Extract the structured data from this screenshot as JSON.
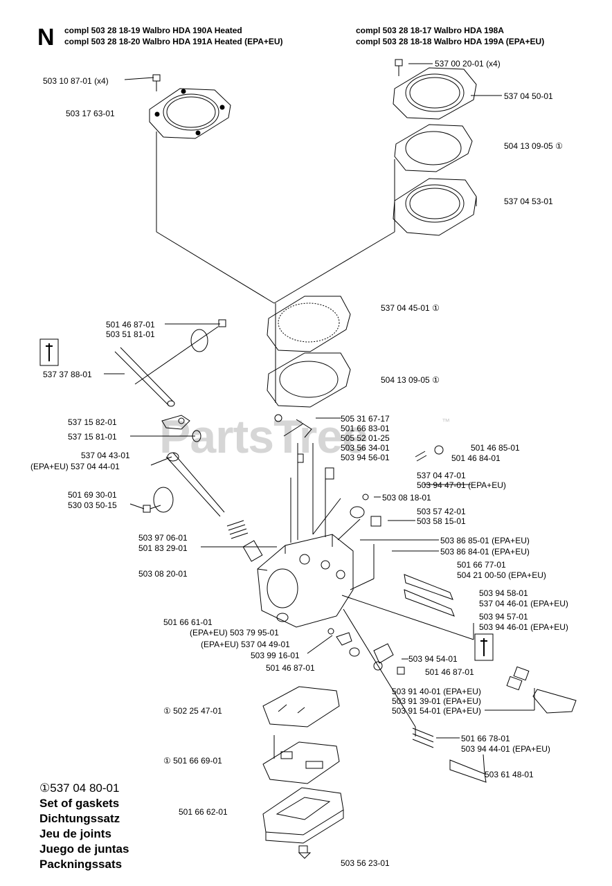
{
  "section_letter": "N",
  "header": {
    "left_line1": "compl 503 28 18-19  Walbro HDA 190A Heated",
    "left_line2": "compl 503 28 18-20  Walbro HDA 191A Heated (EPA+EU)",
    "right_line1": "compl 503 28 18-17  Walbro HDA 198A",
    "right_line2": "compl 503 28 18-18  Walbro HDA 199A (EPA+EU)"
  },
  "watermark": "PartsTree",
  "trademark": "™",
  "labels": [
    "503 10 87-01 (x4)",
    "503 17 63-01",
    "537 00 20-01 (x4)",
    "537 04 50-01",
    "504 13 09-05 ①",
    "537 04 53-01",
    "537 04 45-01 ①",
    "504 13 09-05 ①",
    "501 46 87-01",
    "503 51 81-01",
    "537 37 88-01",
    "537 15 82-01",
    "537 15 81-01",
    "537 04 43-01",
    "(EPA+EU) 537 04 44-01",
    "501 69 30-01",
    "530 03 50-15",
    "503 97 06-01",
    "501 83 29-01",
    "503 08 20-01",
    "505 31 67-17",
    "501 66 83-01",
    "505 52 01-25",
    "503 56 34-01",
    "503 94 56-01",
    "501 46 85-01",
    "501 46 84-01",
    "537 04 47-01",
    "503 94 47-01 (EPA+EU)",
    "503 08 18-01",
    "503 57 42-01",
    "503 58 15-01",
    "503 86 85-01 (EPA+EU)",
    "503 86 84-01 (EPA+EU)",
    "501 66 77-01",
    "504 21 00-50 (EPA+EU)",
    "503 94 58-01",
    "537 04 46-01 (EPA+EU)",
    "503 94 57-01",
    "503 94 46-01 (EPA+EU)",
    "501 66 61-01",
    "(EPA+EU) 503 79 95-01",
    "(EPA+EU) 537 04 49-01",
    "503 99 16-01",
    "501 46 87-01",
    "503 94 54-01",
    "501 46 87-01",
    "503 91 40-01 (EPA+EU)",
    "503 91 39-01 (EPA+EU)",
    "503 91 54-01 (EPA+EU)",
    "① 502 25 47-01",
    "① 501 66 69-01",
    "501 66 62-01",
    "501 66 78-01",
    "503 94 44-01 (EPA+EU)",
    "503 61 48-01",
    "503 56 23-01"
  ],
  "legend": {
    "part_number": "①537 04 80-01",
    "lines": [
      "Set of gaskets",
      "Dichtungssatz",
      "Jeu de joints",
      "Juego de juntas",
      "Packningssats"
    ]
  }
}
